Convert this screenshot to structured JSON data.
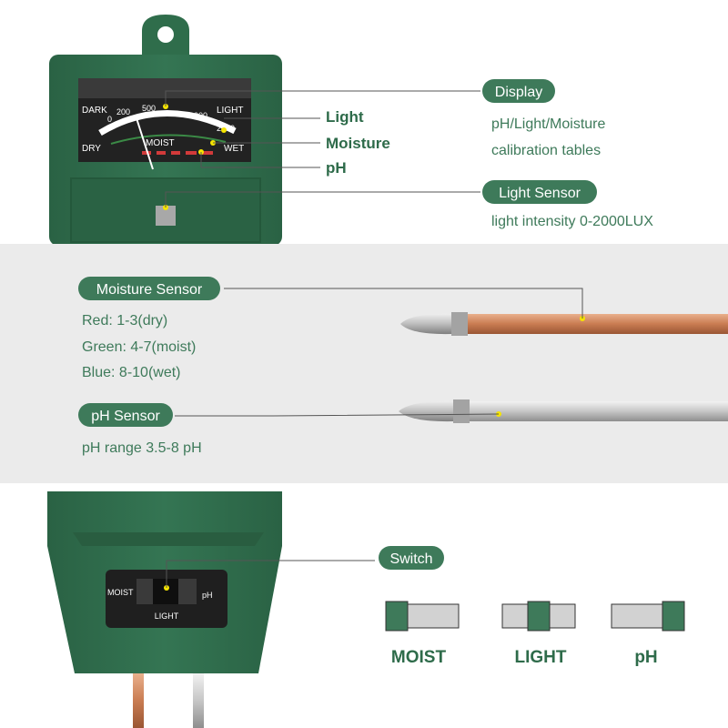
{
  "meter": {
    "scale_dark": "DARK",
    "scale_light": "LIGHT",
    "scale_dry": "DRY",
    "scale_moist": "MOIST",
    "scale_wet": "WET",
    "tick_0": "0",
    "tick_200": "200",
    "tick_500": "500",
    "tick_1000": "1000",
    "tick_2000": "2000"
  },
  "callouts": {
    "light": "Light",
    "moisture": "Moisture",
    "ph": "pH"
  },
  "display": {
    "label": "Display",
    "line1": "pH/Light/Moisture",
    "line2": "calibration tables"
  },
  "light_sensor": {
    "label": "Light Sensor",
    "desc": "light intensity 0-2000LUX"
  },
  "moisture_sensor": {
    "label": "Moisture Sensor",
    "red": "Red: 1-3(dry)",
    "green": "Green: 4-7(moist)",
    "blue": "Blue: 8-10(wet)"
  },
  "ph_sensor": {
    "label": "pH Sensor",
    "desc": "pH range 3.5-8 pH"
  },
  "switch": {
    "label": "Switch",
    "pos_moist": "MOIST",
    "pos_light": "LIGHT",
    "pos_ph": "pH",
    "device_moist": "MOIST",
    "device_ph": "pH",
    "device_light": "LIGHT"
  },
  "colors": {
    "device_green": "#2e6b4a",
    "device_green_dark": "#245a3c",
    "pill_green": "#3e7a5a",
    "band_gray": "#ebebeb",
    "copper": "#c9825a",
    "silver": "#c8c8c8",
    "switch_gray": "#d2d2d2",
    "marker_yellow": "#f5e400"
  }
}
